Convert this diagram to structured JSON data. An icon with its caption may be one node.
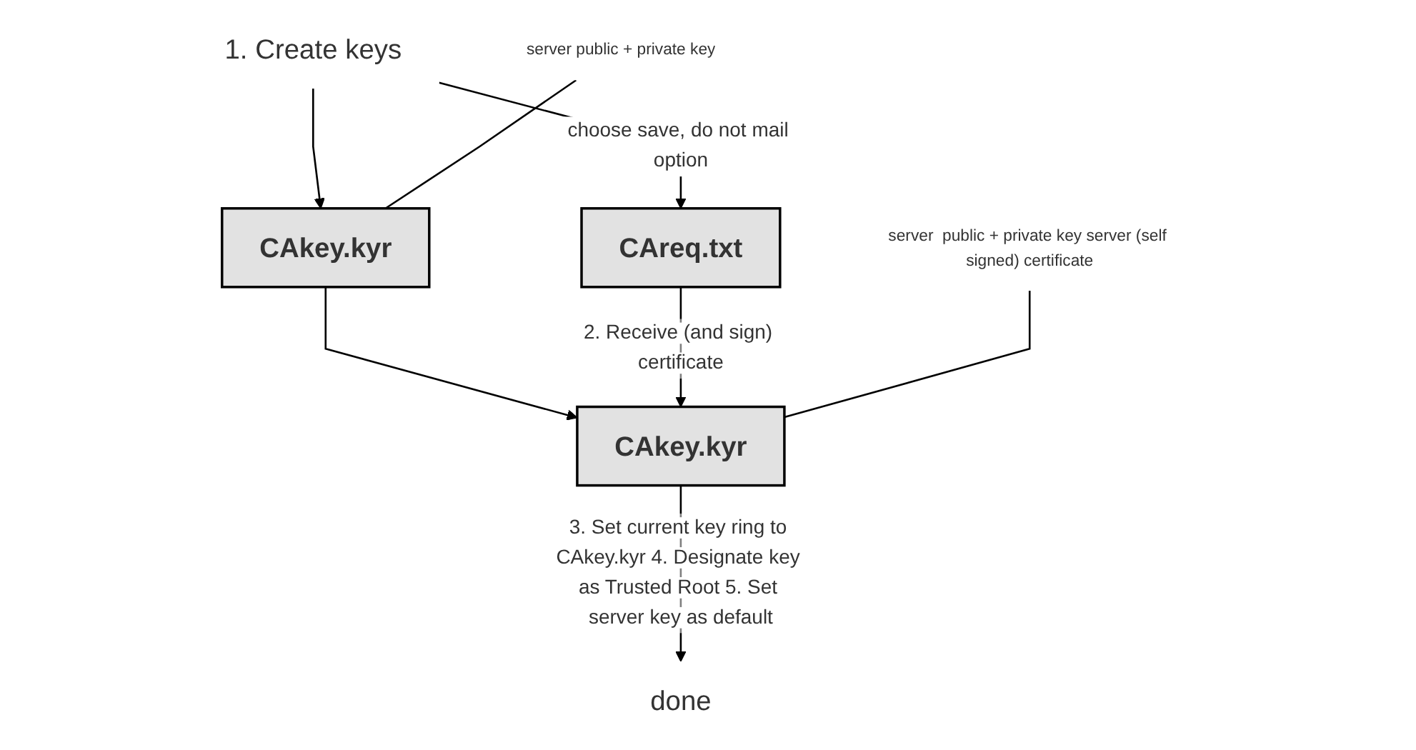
{
  "diagram": {
    "nodes": [
      {
        "text": [
          "1. Create keys"
        ]
      },
      {
        "text": [
          "CAkey.kyr"
        ]
      },
      {
        "text": [
          "CAreq.txt"
        ]
      },
      {
        "text": [
          "CAkey.kyr"
        ]
      },
      {
        "text": [
          "done"
        ]
      },
      {
        "text": [
          "server  public + private key"
        ]
      },
      {
        "text": [
          "server  public + private key server (self signed) certificate"
        ]
      }
    ],
    "edges": [
      {
        "from": 0,
        "to": 1,
        "arrow": "to"
      },
      {
        "from": 0,
        "to": 2,
        "arrow": "to",
        "label": "choose save, do not mail option"
      },
      {
        "from": 1,
        "to": 3,
        "arrow": "to"
      },
      {
        "from": 2,
        "to": 3,
        "arrow": "to",
        "label": "2. Receive (and sign) certificate"
      },
      {
        "from": 3,
        "to": 4,
        "arrow": "to",
        "label": "3. Set current key ring to CAkey.kyr 4. Designate key as Trusted Root 5. Set server key as default"
      },
      {
        "from": 5,
        "to": 1,
        "arrow": "none"
      },
      {
        "from": 6,
        "to": 3,
        "arrow": "none"
      }
    ]
  }
}
